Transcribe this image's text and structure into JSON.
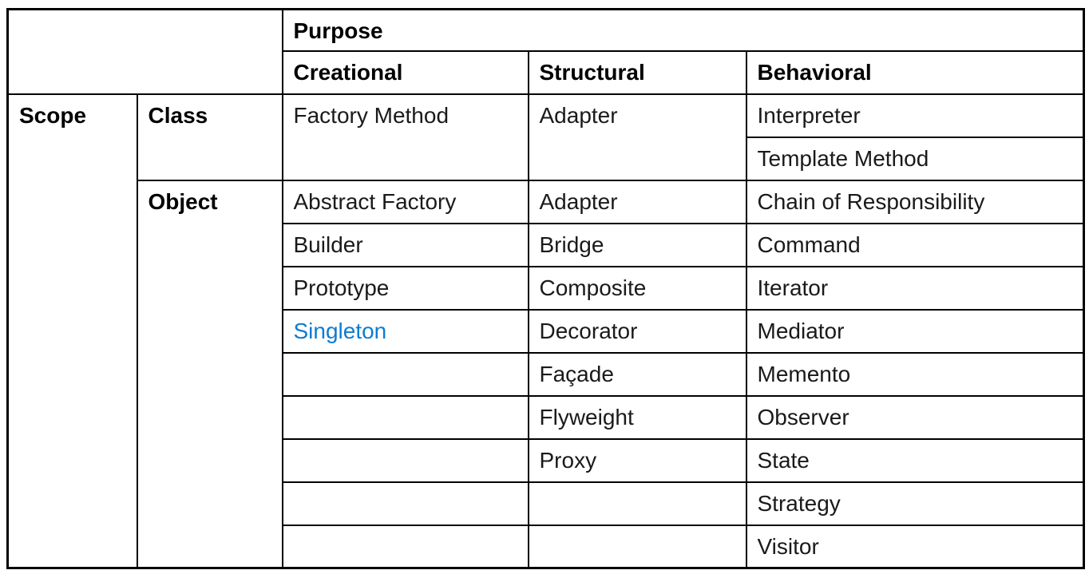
{
  "colors": {
    "background": "#ffffff",
    "border": "#000000",
    "text": "#1a1a1a",
    "header_text": "#000000",
    "singleton_highlight": "#0d7cd2"
  },
  "headers": {
    "purpose": "Purpose",
    "creational": "Creational",
    "structural": "Structural",
    "behavioral": "Behavioral",
    "scope": "Scope",
    "class_scope": "Class",
    "object_scope": "Object"
  },
  "class_patterns": {
    "creational": "Factory Method",
    "structural": "Adapter",
    "behavioral": [
      "Interpreter",
      "Template Method"
    ]
  },
  "object_patterns": {
    "creational": [
      "Abstract Factory",
      "Builder",
      "Prototype",
      "Singleton",
      "",
      "",
      "",
      "",
      ""
    ],
    "structural": [
      "Adapter",
      "Bridge",
      "Composite",
      "Decorator",
      "Façade",
      "Flyweight",
      "Proxy",
      "",
      ""
    ],
    "behavioral": [
      "Chain of Responsibility",
      "Command",
      "Iterator",
      "Mediator",
      "Memento",
      "Observer",
      "State",
      "Strategy",
      "Visitor"
    ]
  }
}
